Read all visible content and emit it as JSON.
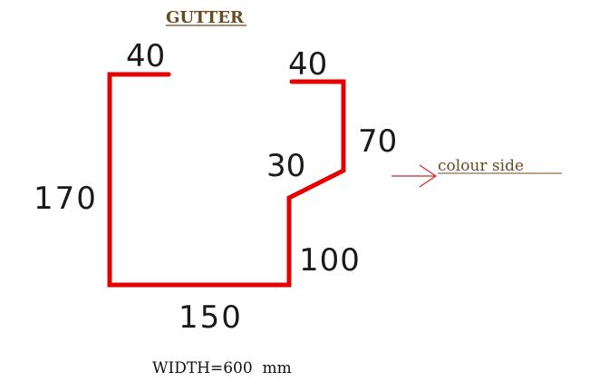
{
  "title": "GUTTER",
  "dimensions": {
    "top_left": "40",
    "top_right": "40",
    "right_vertical": "70",
    "slope": "30",
    "left_vertical": "170",
    "inner_vertical": "100",
    "bottom": "150"
  },
  "annotation": {
    "label": "colour side",
    "arrow_icon": "arrow-right-icon"
  },
  "width_label": "WIDTH=600  mm",
  "colors": {
    "profile": "#e60000",
    "title": "#6b4a1e",
    "arrow": "#cc2a2a",
    "text": "#1a1a1a"
  }
}
